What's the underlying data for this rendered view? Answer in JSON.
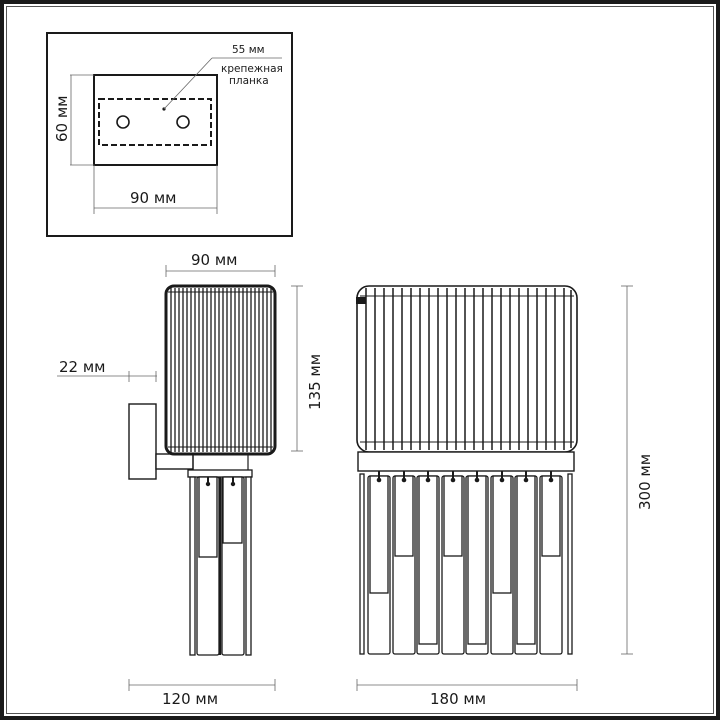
{
  "mounting_plate_inset": {
    "width_label": "90 мм",
    "height_label": "60 мм",
    "bar_length_label": "55 мм",
    "bar_caption_line1": "крепежная",
    "bar_caption_line2": "планка"
  },
  "side_view": {
    "shade_width_label": "90 мм",
    "wall_offset_label": "22 мм",
    "shade_height_label": "135 мм",
    "overall_depth_label": "120 мм"
  },
  "front_view": {
    "overall_height_label": "300 мм",
    "overall_width_label": "180 мм"
  },
  "colors": {
    "line": "#1a1a1a",
    "dimension_line": "#666666",
    "background": "#ffffff"
  }
}
